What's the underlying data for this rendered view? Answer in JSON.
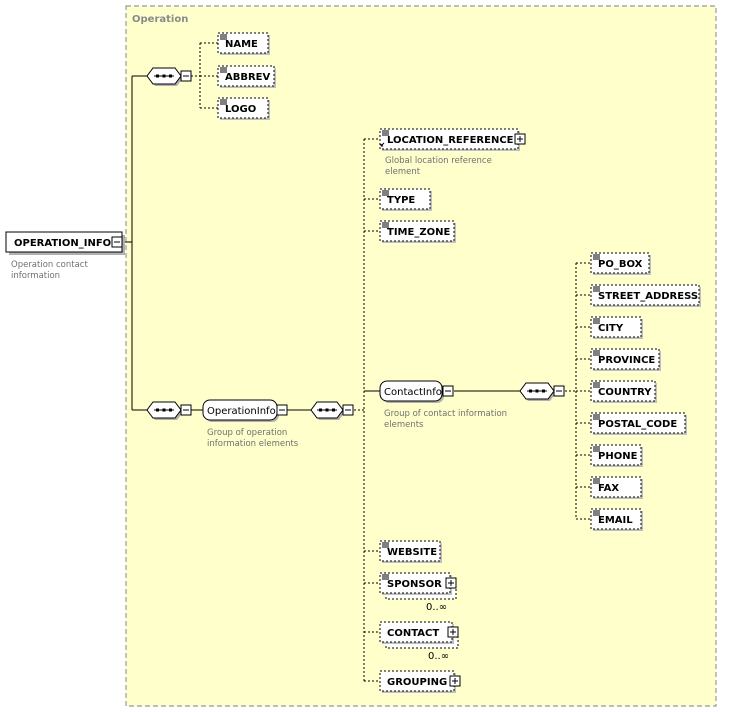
{
  "group_title": "Operation",
  "root": {
    "label": "OPERATION_INFO",
    "annotation": [
      "Operation contact",
      "information"
    ]
  },
  "sequence1_children": [
    "NAME",
    "ABBREV",
    "LOGO"
  ],
  "operation_info_group": {
    "label": "OperationInfo",
    "annotation": [
      "Group of operation",
      "information elements"
    ]
  },
  "location_reference": {
    "label": "LOCATION_REFERENCE",
    "annotation": [
      "Global location reference",
      "element"
    ]
  },
  "type_label": "TYPE",
  "time_zone_label": "TIME_ZONE",
  "contact_info_group": {
    "label": "ContactInfo",
    "annotation": [
      "Group of contact information",
      "elements"
    ]
  },
  "contact_children": [
    "PO_BOX",
    "STREET_ADDRESS",
    "CITY",
    "PROVINCE",
    "COUNTRY",
    "POSTAL_CODE",
    "PHONE",
    "FAX",
    "EMAIL"
  ],
  "website_label": "WEBSITE",
  "sponsor": {
    "label": "SPONSOR",
    "occurrence": "0..∞"
  },
  "contact": {
    "label": "CONTACT",
    "occurrence": "0..∞"
  },
  "grouping_label": "GROUPING",
  "colors": {
    "group_fill": "#ffffcc",
    "group_border": "#999999",
    "line": "#000000",
    "annotation": "#707070"
  }
}
